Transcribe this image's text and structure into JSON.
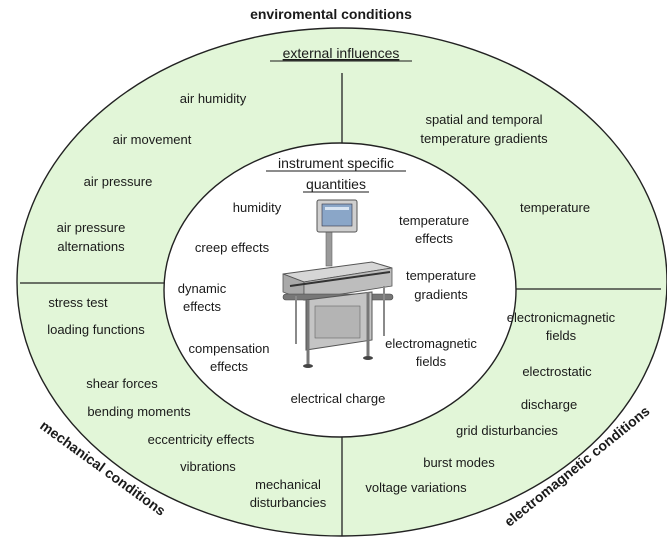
{
  "outer_title": "enviromental conditions",
  "external_influences": {
    "heading": "external influences",
    "left": [
      "air humidity",
      "air movement",
      "air pressure",
      "air pressure",
      "alternations"
    ],
    "right": [
      "spatial and temporal",
      "temperature gradients",
      "temperature"
    ]
  },
  "inner": {
    "heading_line1": "instrument specific",
    "heading_line2": "quantities",
    "left": [
      "humidity",
      "creep effects",
      "dynamic",
      "effects",
      "compensation",
      "effects"
    ],
    "right": [
      "temperature",
      "effects",
      "temperature",
      "gradients",
      "electromagnetic",
      "fields"
    ],
    "bottom": "electrical charge"
  },
  "mechanical": {
    "title": "mechanical conditions",
    "items": [
      "stress test",
      "loading functions",
      "shear forces",
      "bending moments",
      "eccentricity effects",
      "vibrations",
      "mechanical",
      "disturbancies"
    ]
  },
  "electromagnetic": {
    "title": "electromagnetic conditions",
    "items": [
      "electronicmagnetic",
      "fields",
      "electrostatic",
      "discharge",
      "grid disturbancies",
      "burst modes",
      "voltage variations"
    ]
  },
  "colors": {
    "ellipse_fill": "#e2f6d8",
    "inner_fill": "#ffffff",
    "stroke": "#222222"
  }
}
